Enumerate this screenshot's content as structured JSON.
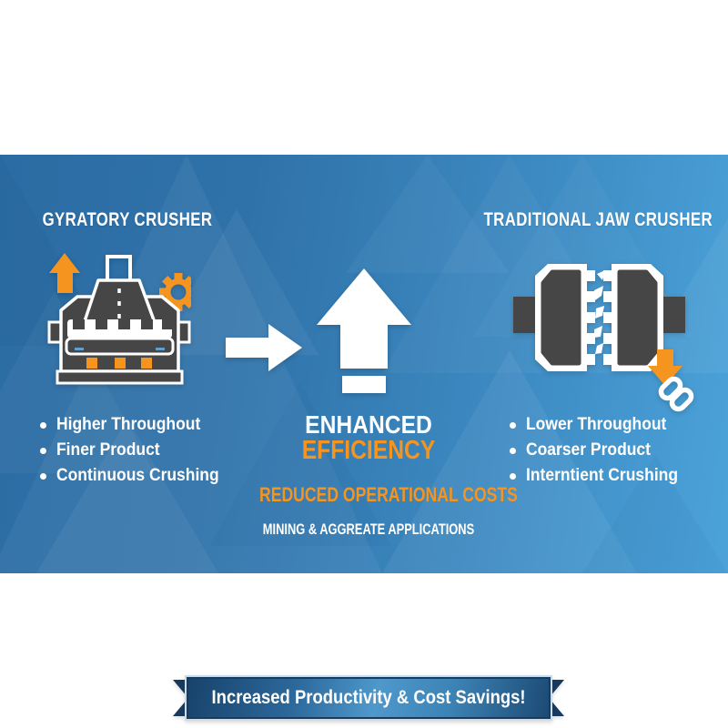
{
  "panel": {
    "left": {
      "title": "GYRATORY CRUSHER",
      "bullets": [
        "Higher Throughout",
        "Finer Product",
        "Continuous Crushing"
      ]
    },
    "center": {
      "headline_line1": "ENHANCED",
      "headline_line2": "EFFICIENCY",
      "subheadline": "REDUCED OPERATIONAL COSTS",
      "caption": "MINING & AGGREATE APPLICATIONS"
    },
    "right": {
      "title": "TRADITIONAL JAW CRUSHER",
      "bullets": [
        "Lower Throughout",
        "Coarser Product",
        "Interntient Crushing"
      ]
    }
  },
  "footer": {
    "banner_text": "Increased Productivity & Cost Savings!"
  },
  "icons": {
    "gyratory_crusher": "gyratory-crusher-icon",
    "gear": "gear-icon",
    "small_up_arrow": "up-arrow-icon",
    "right_arrow": "right-arrow-icon",
    "big_up_arrow": "big-up-arrow-icon",
    "jaw_crusher": "jaw-crusher-icon",
    "down_arrow": "down-arrow-icon",
    "chain_link": "chain-link-icon"
  },
  "colors": {
    "accent_orange": "#F5941F",
    "panel_blue_left": "#2B6CA3",
    "panel_blue_right": "#4BA3DA",
    "icon_dark_gray": "#464646",
    "ribbon_navy": "#16395C",
    "text_white": "#FFFFFF"
  }
}
